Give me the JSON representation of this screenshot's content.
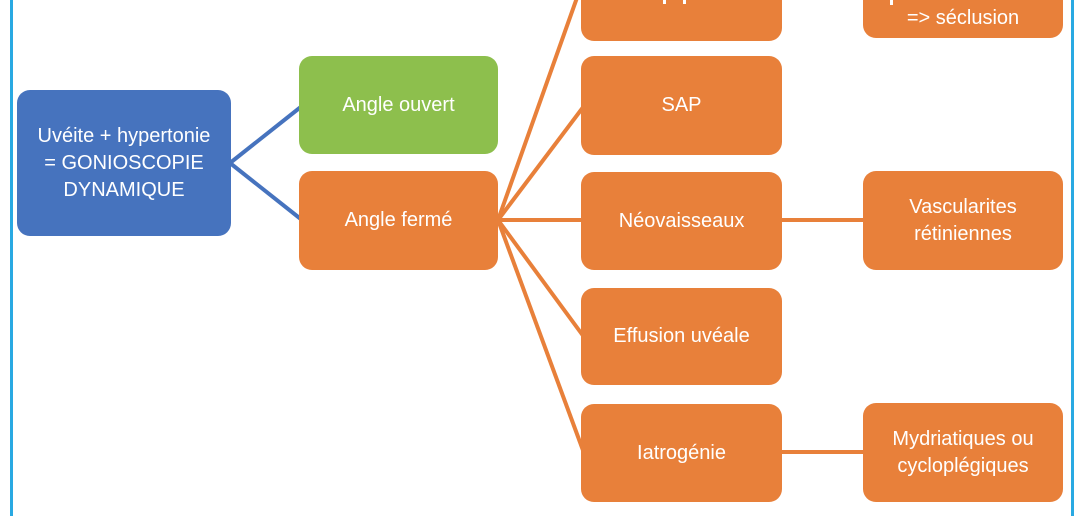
{
  "diagram": {
    "kind": "flowchart",
    "language": "fr",
    "colors": {
      "node_blue": "#4673be",
      "node_green": "#8dbf4d",
      "node_orange": "#e8803a",
      "frame_border_blue": "#29a9e2",
      "edge_blue": "#4673be",
      "edge_orange": "#e8803a",
      "node_text": "#ffffff",
      "background": "#ffffff"
    },
    "nodes": {
      "root": {
        "label": "Uvéite + hypertonie\n= GONIOSCOPIE\nDYNAMIQUE",
        "color": "blue"
      },
      "angle_ouvert": {
        "label": "Angle ouvert",
        "color": "green"
      },
      "angle_ferme": {
        "label": "Angle fermé",
        "color": "orange"
      },
      "partial_top": {
        "label": "",
        "color": "orange",
        "note": "box cropped at top edge, text cut off"
      },
      "sap": {
        "label": "SAP",
        "color": "orange"
      },
      "neovaisseaux": {
        "label": "Néovaisseaux",
        "color": "orange"
      },
      "effusion_uveale": {
        "label": "Effusion uvéale",
        "color": "orange"
      },
      "iatrogenie": {
        "label": "Iatrogénie",
        "color": "orange"
      },
      "seclusion": {
        "label": "=> séclusion",
        "color": "orange",
        "note": "box cropped at top edge, first line cut off"
      },
      "vascularites": {
        "label": "Vascularites\nrétiniennes",
        "color": "orange"
      },
      "mydriatiques": {
        "label": "Mydriatiques ou\ncycloplégiques",
        "color": "orange"
      }
    },
    "edges": [
      {
        "from": "root",
        "to": "angle_ouvert",
        "color": "blue"
      },
      {
        "from": "root",
        "to": "angle_ferme",
        "color": "blue"
      },
      {
        "from": "angle_ferme",
        "to": "partial_top",
        "color": "orange"
      },
      {
        "from": "angle_ferme",
        "to": "sap",
        "color": "orange"
      },
      {
        "from": "angle_ferme",
        "to": "neovaisseaux",
        "color": "orange"
      },
      {
        "from": "angle_ferme",
        "to": "effusion_uveale",
        "color": "orange"
      },
      {
        "from": "angle_ferme",
        "to": "iatrogenie",
        "color": "orange"
      },
      {
        "from": "neovaisseaux",
        "to": "vascularites",
        "color": "orange"
      },
      {
        "from": "iatrogenie",
        "to": "mydriatiques",
        "color": "orange"
      }
    ]
  }
}
